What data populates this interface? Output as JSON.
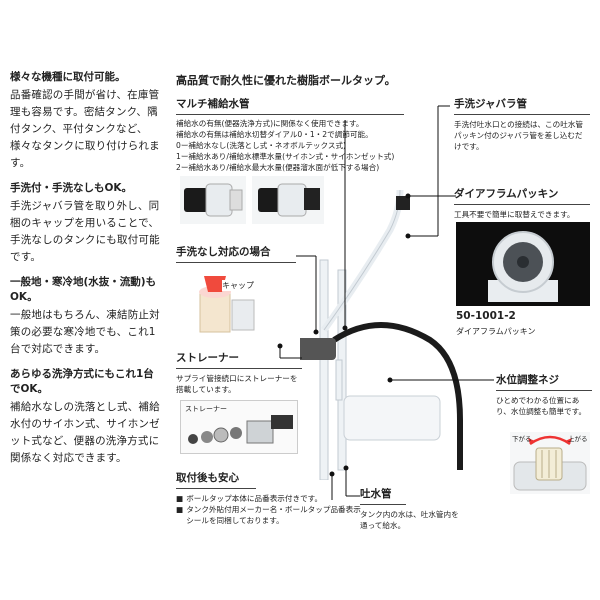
{
  "left": {
    "sec1_title": "様々な機種に取付可能。",
    "sec1_body": "品番確認の手間が省け、在庫管理も容易です。密結タンク、隅付タンク、平付タンクなど、様々なタンクに取り付けられます。",
    "sec2_title": "手洗付・手洗なしもOK。",
    "sec2_body": "手洗ジャバラ管を取り外し、同梱のキャップを用いることで、手洗なしのタンクにも取付可能です。",
    "sec3_title": "一般地・寒冷地(水抜・流動)もOK。",
    "sec3_body": "一般地はもちろん、凍結防止対策の必要な寒冷地でも、これ1台で対応できます。",
    "sec4_title": "あらゆる洗浄方式にもこれ1台でOK。",
    "sec4_body": "補給水なしの洗落とし式、補給水付のサイホン式、サイホンゼット式など、便器の洗浄方式に関係なく対応できます。"
  },
  "center": {
    "title": "高品質で耐久性に優れた樹脂ボールタップ。",
    "multi": {
      "title": "マルチ補給水管",
      "lines": [
        "補給水の有無(便器洗浄方式)に関係なく使用できます。",
        "補給水の有無は補給水切替ダイアル0・1・2で調節可能。",
        "0ー補給水なし(洗落とし式・ネオボルテックス式)",
        "1ー補給水あり/補給水標準水量(サイホン式・サイホンゼット式)",
        "2ー補給水あり/補給水最大水量(便器溜水面が低下する場合)"
      ]
    },
    "nohand": {
      "title": "手洗なし対応の場合",
      "cap": "キャップ"
    },
    "strainer": {
      "title": "ストレーナー",
      "desc": "サプライ管接続口にストレーナーを搭載しています。",
      "photo_label": "ストレーナー"
    },
    "after": {
      "title": "取付後も安心",
      "bullets": [
        "ボールタップ本体に品番表示付きです。",
        "タンク外貼付用メーカー名・ボールタップ品番表示シールを同梱しております。"
      ]
    },
    "outlet": {
      "title": "吐水管",
      "desc": "タンク内の水は、吐水管内を通って給水。"
    }
  },
  "right": {
    "jabara": {
      "title": "手洗ジャバラ管",
      "desc": "手洗付吐水口との接続は、この吐水管パッキン付のジャバラ管を差し込むだけです。"
    },
    "diaphragm": {
      "title": "ダイアフラムパッキン",
      "desc": "工具不要で簡単に取替えできます。"
    },
    "part": {
      "number": "50-1001-2",
      "name": "ダイアフラムパッキン"
    },
    "level": {
      "title": "水位調整ネジ",
      "desc": "ひとめでわかる位置にあり、水位調整も簡単です。",
      "down": "下がる",
      "up": "上がる"
    }
  }
}
